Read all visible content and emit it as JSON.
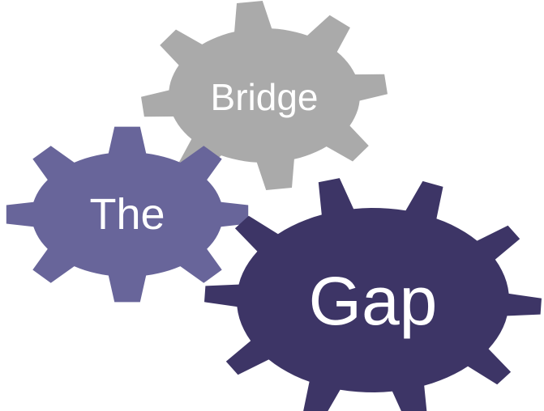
{
  "gears": [
    {
      "id": "bridge",
      "label": "Bridge",
      "color": "#aaaaaa"
    },
    {
      "id": "the",
      "label": "The",
      "color": "#68659a"
    },
    {
      "id": "gap",
      "label": "Gap",
      "color": "#3d3566"
    }
  ]
}
